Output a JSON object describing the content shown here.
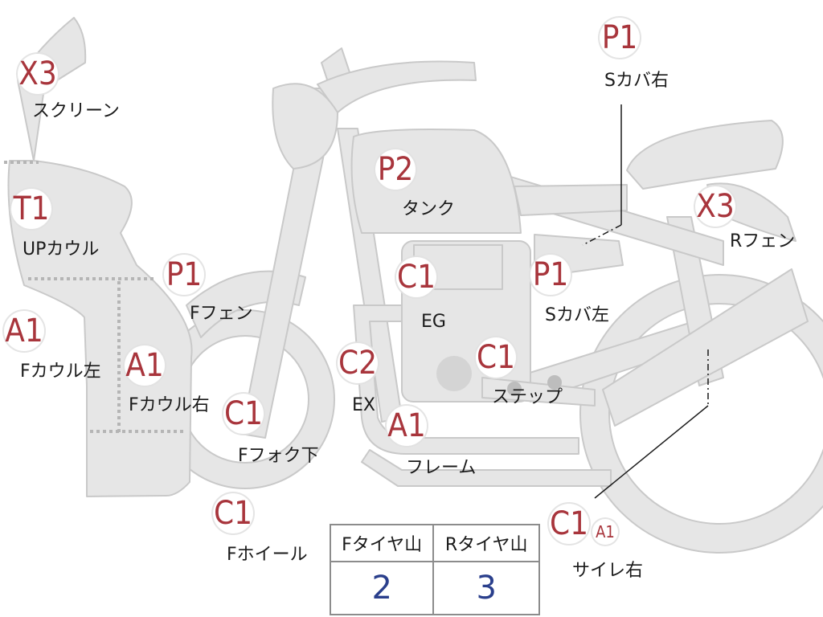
{
  "colors": {
    "part_fill": "#e6e6e6",
    "part_stroke": "#c9c9c9",
    "badge_text": "#a8353c",
    "value_text": "#2a3f8c"
  },
  "labels": {
    "screen": "スクリーン",
    "up_cowl": "UPカウル",
    "f_cowl_left": "Fカウル左",
    "f_cowl_right": "Fカウル右",
    "f_fender": "Fフェン",
    "f_fork_lower": "Fフォク下",
    "f_wheel": "Fホイール",
    "ex": "EX",
    "frame": "フレーム",
    "eg": "EG",
    "step": "ステップ",
    "tank": "タンク",
    "s_cover_left": "Sカバ左",
    "s_cover_right": "Sカバ右",
    "r_fender": "Rフェン",
    "silencer_right": "サイレ右"
  },
  "badges": {
    "screen": "X3",
    "up_cowl": "T1",
    "f_cowl_left": "A1",
    "f_cowl_right": "A1",
    "f_fender": "P1",
    "f_fork_lower": "C1",
    "f_wheel": "C1",
    "ex": "C2",
    "frame": "A1",
    "eg": "C1",
    "step": "C1",
    "tank": "P2",
    "s_cover_left": "P1",
    "s_cover_right": "P1",
    "r_fender": "X3",
    "silencer_right": "C1",
    "silencer_right_extra": "A1"
  },
  "tires": {
    "front_label": "Fタイヤ山",
    "rear_label": "Rタイヤ山",
    "front_value": "2",
    "rear_value": "3"
  }
}
